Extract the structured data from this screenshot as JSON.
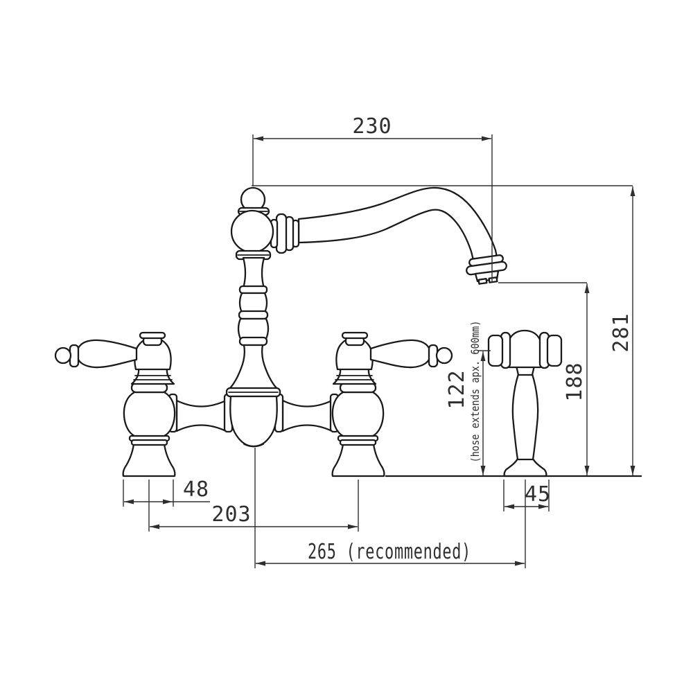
{
  "dimensions": {
    "spout_reach": "230",
    "overall_height": "281",
    "spout_outlet_height": "188",
    "spray_head_height": "122",
    "spray_hose_note": "(hose extends apx. 600mm)",
    "valve_base_width": "48",
    "valve_centers_spacing": "203",
    "spray_center_distance": "265 (recommended)",
    "spray_base_width": "45"
  },
  "colors": {
    "line": "#1a1a1a",
    "dimension_line": "#2e2e2e",
    "background": "#ffffff"
  }
}
